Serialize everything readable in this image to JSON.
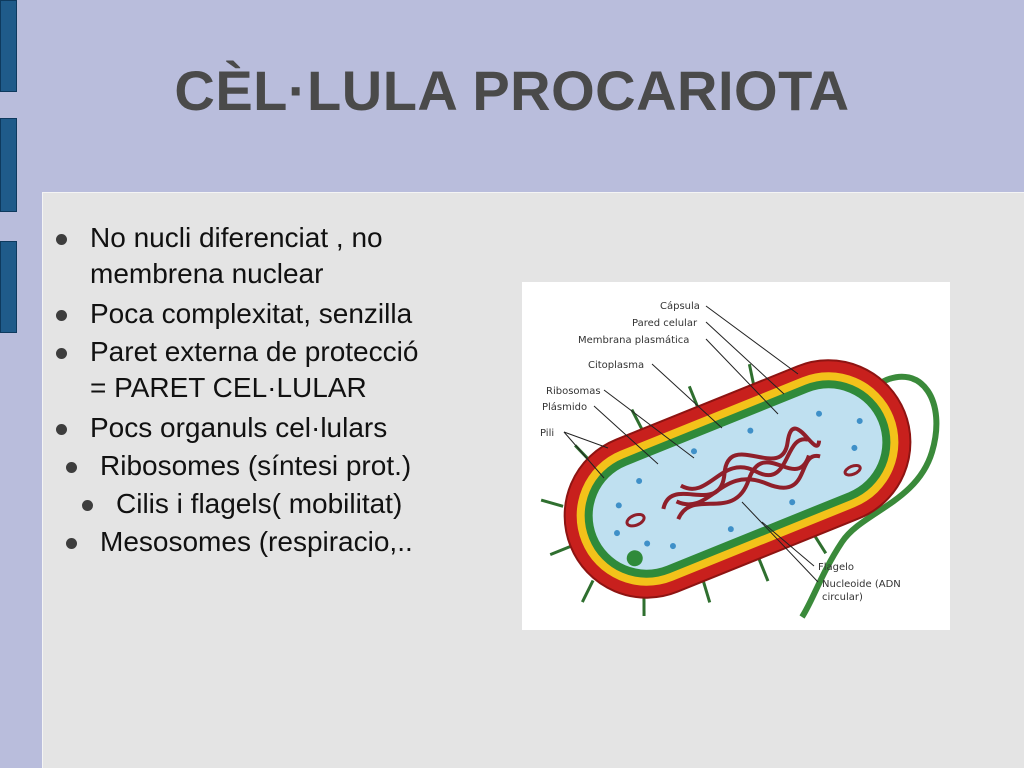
{
  "slide": {
    "title": "CÈL·LULA PROCARIOTA",
    "bullets": [
      {
        "lines": [
          "No nucli diferenciat , no",
          "membrena nuclear"
        ]
      },
      {
        "lines": [
          "Poca complexitat, senzilla"
        ]
      },
      {
        "lines": [
          "Paret externa de protecció",
          "= PARET CEL·LULAR"
        ]
      },
      {
        "lines": [
          "Pocs organuls cel·lulars"
        ]
      }
    ],
    "sub_bullets": [
      "Ribosomes (síntesi prot.)",
      "Cilis i flagels( mobilitat)",
      "Mesosomes (respiracio,.."
    ]
  },
  "diagram": {
    "labels": {
      "capsula": "Cápsula",
      "pared": "Pared celular",
      "membrana": "Membrana plasmática",
      "citoplasma": "Citoplasma",
      "ribosomas": "Ribosomas",
      "plasmido": "Plásmido",
      "pili": "Pili",
      "flagelo": "Flagelo",
      "nucleoide_1": "Nucleoide (ADN",
      "nucleoide_2": "circular)"
    },
    "colors": {
      "capsule": "#c8201d",
      "wall": "#f3c21a",
      "membrane": "#2f8a3a",
      "cytoplasm": "#bfe0f0",
      "nucleoid": "#8f1f2a",
      "flagellum": "#3a8a3a",
      "ribosome": "#3f90c8"
    }
  },
  "theme": {
    "background": "#b9bddc",
    "panel": "#e4e4e4",
    "tabs": "#1f5b8a",
    "title_color": "#4a4a4a"
  }
}
